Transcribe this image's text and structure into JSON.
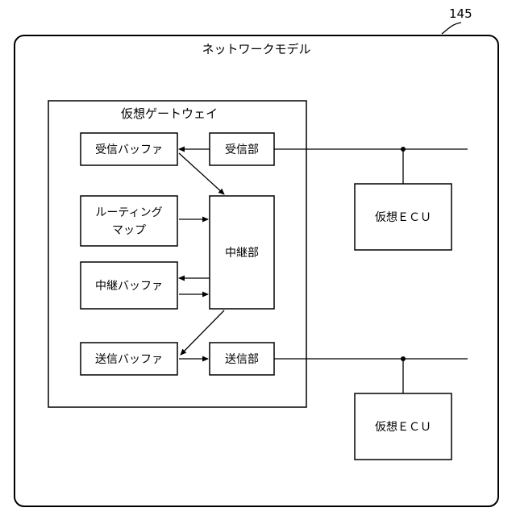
{
  "ref_number": "145",
  "network_model": {
    "title": "ネットワークモデル",
    "gateway": {
      "title": "仮想ゲートウェイ",
      "receive_buffer": "受信バッファ",
      "receive_unit": "受信部",
      "routing_map": [
        "ルーティング",
        "マップ"
      ],
      "relay_unit": "中継部",
      "relay_buffer": "中継バッファ",
      "send_buffer": "送信バッファ",
      "send_unit": "送信部"
    },
    "ecus": [
      {
        "label": "仮想ＥＣＵ"
      },
      {
        "label": "仮想ＥＣＵ"
      }
    ]
  }
}
